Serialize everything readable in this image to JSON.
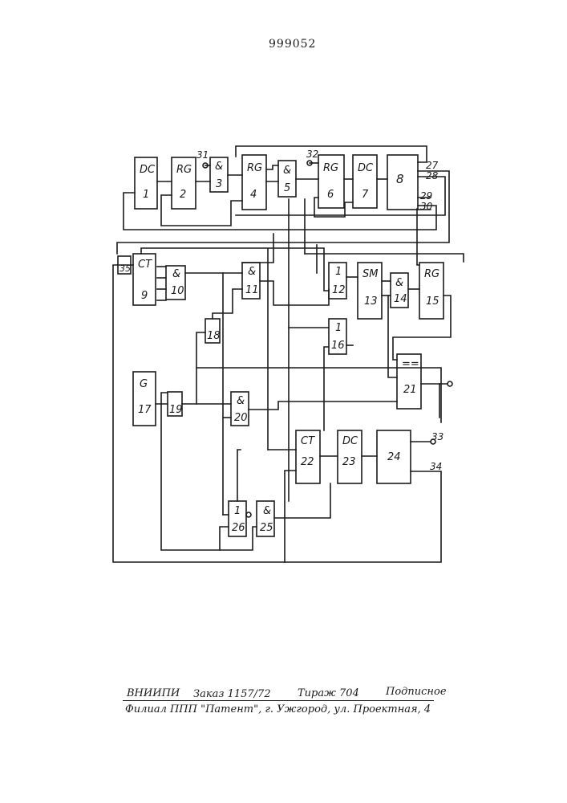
{
  "document": {
    "patent_number": "999052",
    "footer": {
      "org": "ВНИИПИ",
      "order": "Заказ 1157/72",
      "circulation": "Тираж 704",
      "type": "Подписное",
      "branch": "Филиал ППП \"Патент\", г. Ужгород, ул. Проектная, 4"
    }
  },
  "diagram": {
    "blocks": [
      {
        "id": "b1",
        "label": "DC",
        "num": "1"
      },
      {
        "id": "b2",
        "label": "RG",
        "num": "2"
      },
      {
        "id": "b3",
        "label": "&",
        "num": "3"
      },
      {
        "id": "b4",
        "label": "RG",
        "num": "4"
      },
      {
        "id": "b5",
        "label": "&",
        "num": "5"
      },
      {
        "id": "b6",
        "label": "RG",
        "num": "6"
      },
      {
        "id": "b7",
        "label": "DC",
        "num": "7"
      },
      {
        "id": "b8",
        "label": "",
        "num": "8"
      },
      {
        "id": "b9",
        "label": "CT",
        "num": "9"
      },
      {
        "id": "b10",
        "label": "&",
        "num": "10"
      },
      {
        "id": "b11",
        "label": "&",
        "num": "11"
      },
      {
        "id": "b12",
        "label": "1",
        "num": "12"
      },
      {
        "id": "b13",
        "label": "SM",
        "num": "13"
      },
      {
        "id": "b14",
        "label": "&",
        "num": "14"
      },
      {
        "id": "b15",
        "label": "RG",
        "num": "15"
      },
      {
        "id": "b16",
        "label": "1",
        "num": "16"
      },
      {
        "id": "b17",
        "label": "G",
        "num": "17"
      },
      {
        "id": "b18",
        "label": "",
        "num": "18"
      },
      {
        "id": "b19",
        "label": "",
        "num": "19"
      },
      {
        "id": "b20",
        "label": "&",
        "num": "20"
      },
      {
        "id": "b21",
        "label": "==",
        "num": "21"
      },
      {
        "id": "b22",
        "label": "CT",
        "num": "22"
      },
      {
        "id": "b23",
        "label": "DC",
        "num": "23"
      },
      {
        "id": "b24",
        "label": "",
        "num": "24"
      },
      {
        "id": "b25",
        "label": "&",
        "num": "25"
      },
      {
        "id": "b26",
        "label": "1",
        "num": "26"
      },
      {
        "id": "b35",
        "label": "",
        "num": "35"
      }
    ],
    "terminals": {
      "t27": "27",
      "t28": "28",
      "t29": "29",
      "t30": "30",
      "t31": "31",
      "t32": "32",
      "t33": "33",
      "t34": "34"
    }
  }
}
